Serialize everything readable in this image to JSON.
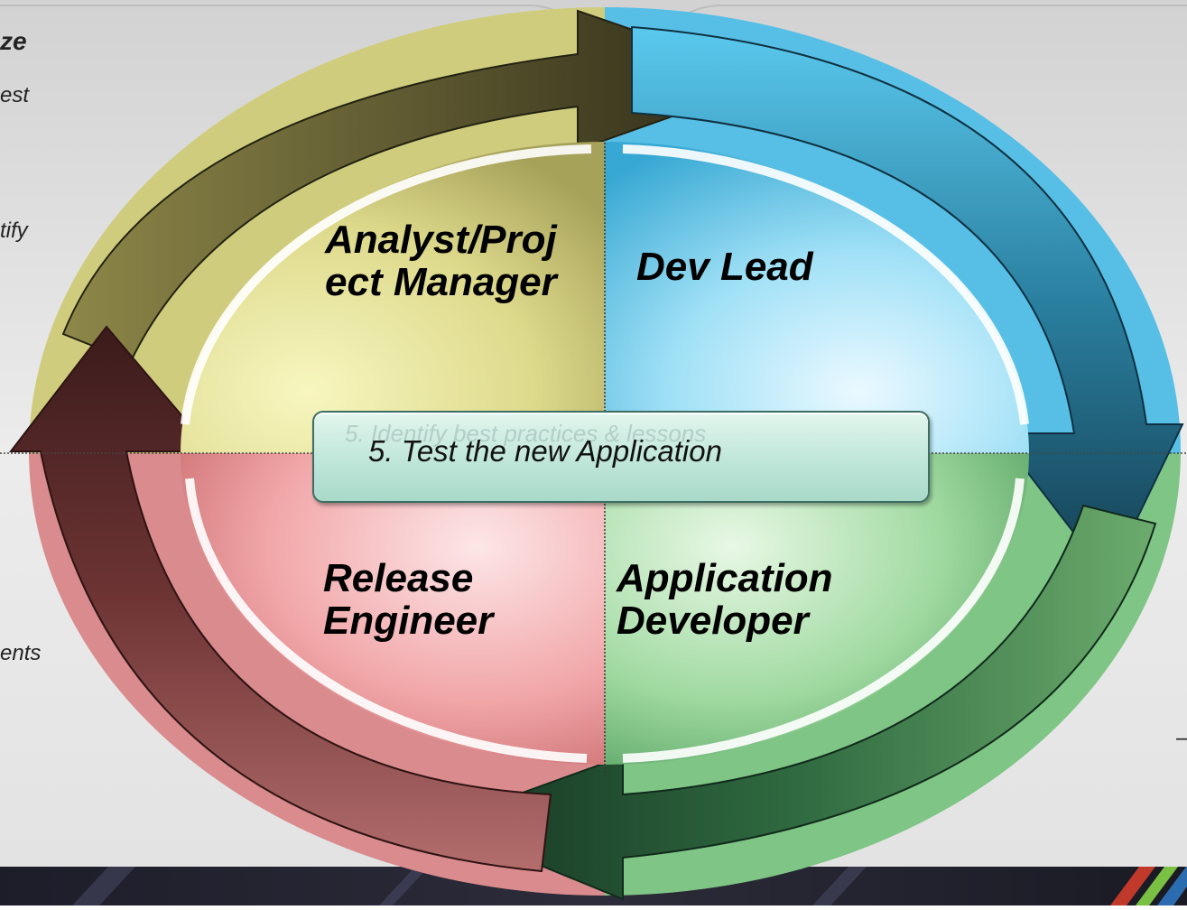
{
  "side_texts": {
    "left_1": "ze",
    "left_2": "est",
    "left_3": "tify",
    "left_4": "ents",
    "right_1": "–"
  },
  "roles": {
    "analyst": "Analyst/Proj\nect Manager",
    "dev_lead": "Dev Lead",
    "release": "Release\nEngineer",
    "app_dev": "Application\nDeveloper"
  },
  "callout": {
    "ghost_text": "5. Identify best practices & lessons",
    "label": "5. Test the new Application"
  },
  "colors": {
    "analyst_quadrant": "#e6e49a",
    "dev_lead_quadrant": "#8fd9f2",
    "release_quadrant": "#f2a7a9",
    "app_dev_quadrant": "#a6dba8",
    "top_arrow": "#3c3a24",
    "right_arrow": "#1f5f78",
    "bottom_arrow": "#1d4a30",
    "left_arrow": "#5a2c2c"
  }
}
